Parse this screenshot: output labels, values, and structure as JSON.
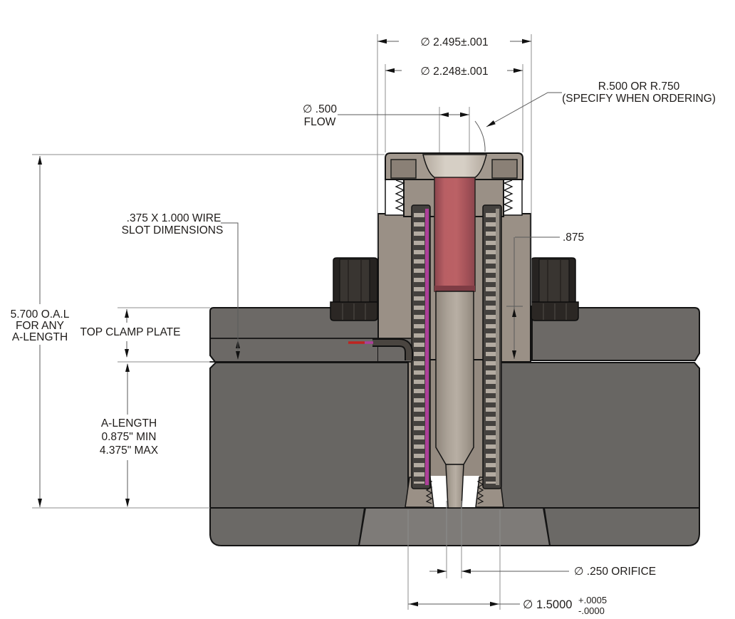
{
  "dims": {
    "od_outer": "∅ 2.495±.001",
    "od_inner": "∅ 2.248±.001",
    "flow_dia": "∅ .500",
    "flow_label": "FLOW",
    "radius_note_1": "R.500 OR R.750",
    "radius_note_2": "(SPECIFY WHEN ORDERING)",
    "wire_slot_1": ".375 X 1.000 WIRE",
    "wire_slot_2": "SLOT DIMENSIONS",
    "flange_depth": ".875",
    "oal_1": "5.700 O.A.L",
    "oal_2": "FOR ANY",
    "oal_3": "A-LENGTH",
    "top_clamp_plate": "TOP CLAMP PLATE",
    "a_length_1": "A-LENGTH",
    "a_length_2": "0.875\" MIN",
    "a_length_3": "4.375\" MAX",
    "orifice": "∅ .250 ORIFICE",
    "bore_dia": "∅ 1.5000",
    "bore_tol_plus": "+.0005",
    "bore_tol_minus": "-.0000"
  },
  "colors": {
    "body_tan": "#9a9086",
    "barrel_tan": "#948a80",
    "core_red": "#b55f64",
    "block_gray": "#686663",
    "plate_gray": "#6c6966",
    "base_gray": "#7e7b78",
    "nut_black": "#262321",
    "wire_red": "#bf2420",
    "wire_magenta": "#ad3f99",
    "outline": "#141414",
    "dim_line": "#5a5a5a"
  }
}
